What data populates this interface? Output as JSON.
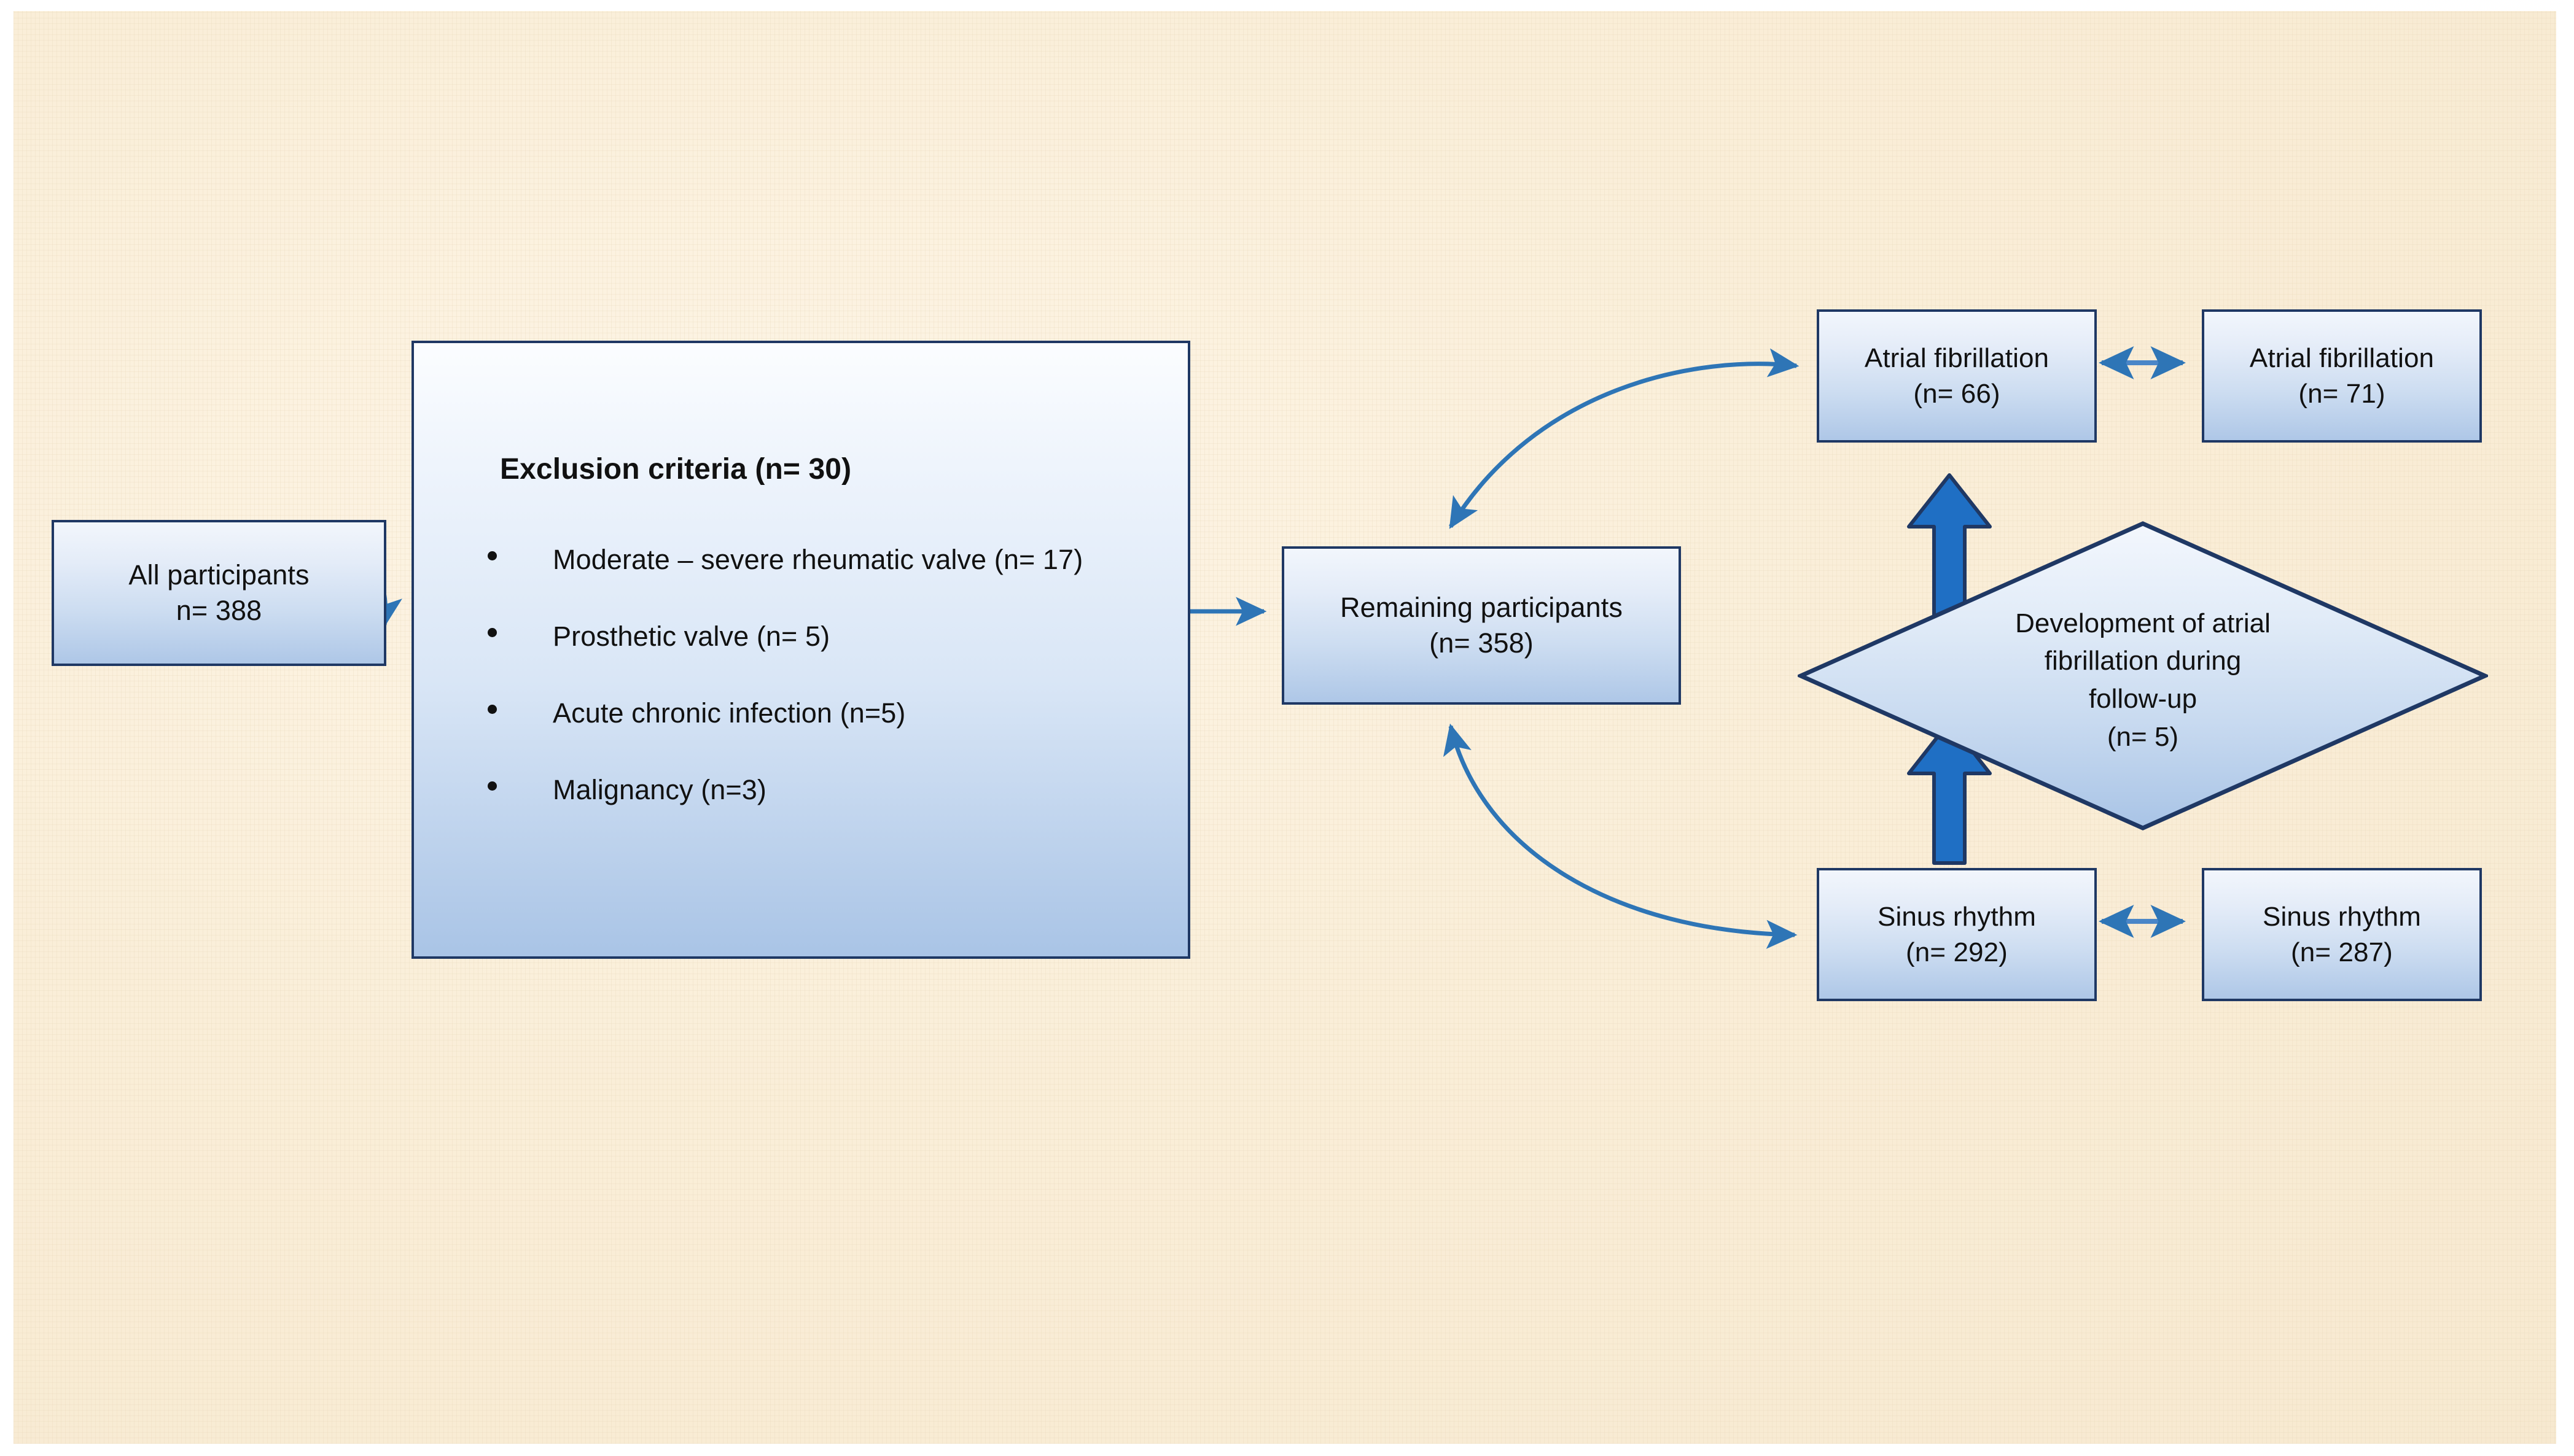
{
  "figure": {
    "kind": "study-flow-diagram",
    "background_color": "#faeed8",
    "node_border_color": "#1f3864",
    "connector_color": "#2e75b6",
    "block_arrow_color": "#1f6fc4"
  },
  "nodes": {
    "all_participants": {
      "line1": "All participants",
      "line2": "n= 388"
    },
    "exclusion": {
      "title": "Exclusion criteria (n= 30)",
      "items": [
        "Moderate – severe rheumatic valve (n= 17)",
        "Prosthetic valve (n= 5)",
        "Acute chronic infection (n=5)",
        "Malignancy (n=3)"
      ]
    },
    "remaining": {
      "line1": "Remaining  participants",
      "line2": "(n= 358)"
    },
    "af_baseline": {
      "line1": "Atrial fibrillation",
      "line2": "(n= 66)"
    },
    "af_followup": {
      "line1": "Atrial fibrillation",
      "line2": "(n= 71)"
    },
    "sinus_baseline": {
      "line1": "Sinus rhythm",
      "line2": "(n= 292)"
    },
    "sinus_followup": {
      "line1": "Sinus rhythm",
      "line2": "(n= 287)"
    },
    "development": {
      "line1": "Development of atrial",
      "line2": "fibrillation during",
      "line3": "follow-up",
      "line4": "(n= 5)"
    }
  },
  "connectors": [
    {
      "name": "all-participants-to-exclusion",
      "style": "curved-arrow",
      "from": "all_participants",
      "to": "exclusion"
    },
    {
      "name": "exclusion-to-remaining",
      "style": "straight-arrow",
      "from": "exclusion",
      "to": "remaining"
    },
    {
      "name": "af-to-remaining",
      "style": "curved-arrow",
      "from": "af_baseline",
      "to": "remaining"
    },
    {
      "name": "remaining-to-sinus",
      "style": "curved-double-arrow",
      "from": "remaining",
      "to": "sinus_baseline"
    },
    {
      "name": "af-baseline-to-af-followup",
      "style": "double-arrow",
      "from": "af_baseline",
      "to": "af_followup"
    },
    {
      "name": "sinus-baseline-to-sinus-followup",
      "style": "double-arrow",
      "from": "sinus_baseline",
      "to": "sinus_followup"
    },
    {
      "name": "sinus-to-development",
      "style": "block-arrow-up",
      "from": "sinus_baseline",
      "to": "development"
    },
    {
      "name": "development-to-af",
      "style": "block-arrow-up",
      "from": "development",
      "to": "af_followup"
    }
  ]
}
